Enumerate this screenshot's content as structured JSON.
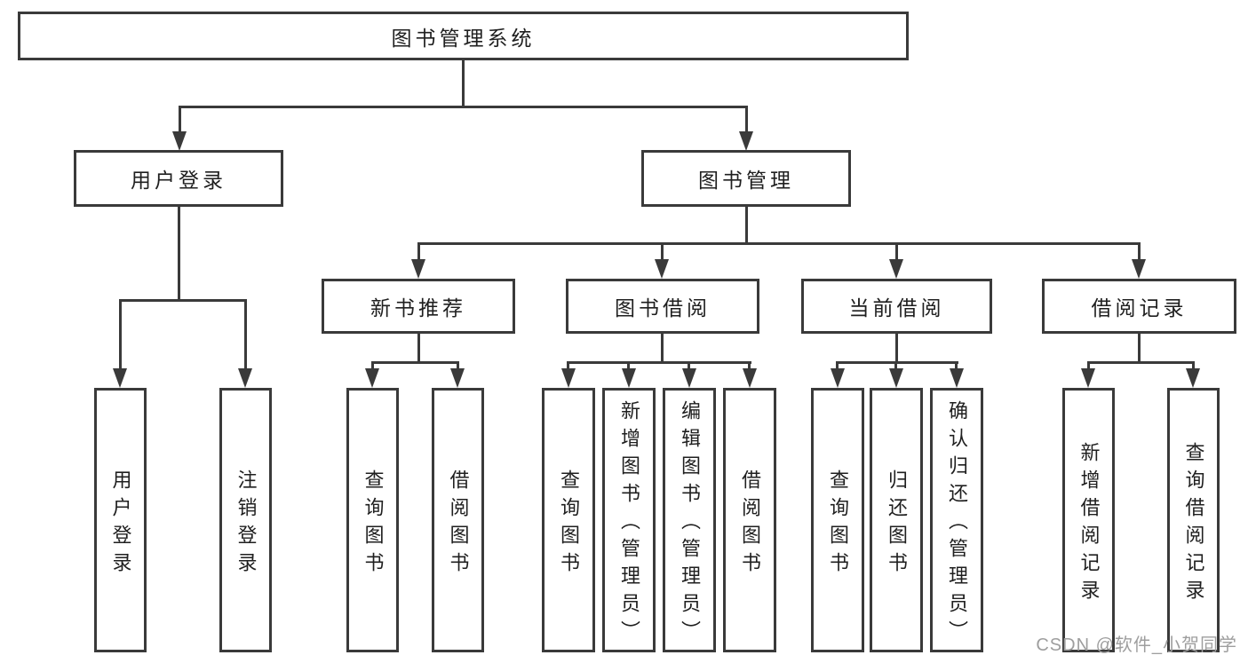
{
  "diagram": {
    "type": "tree",
    "title": "图书管理系统",
    "watermark": "CSDN @软件_小贺同学",
    "colors": {
      "line": "#3a3a3a",
      "box_border": "#3a3a3a",
      "text": "#1f1f1f",
      "watermark": "#9e9e9e",
      "background": "#ffffff"
    },
    "root": {
      "label": "图书管理系统",
      "children": [
        "用户登录",
        "图书管理"
      ]
    },
    "level2": [
      {
        "label": "用户登录",
        "children": [
          "用户登录",
          "注销登录"
        ]
      },
      {
        "label": "图书管理",
        "children": [
          "新书推荐",
          "图书借阅",
          "当前借阅",
          "借阅记录"
        ]
      }
    ],
    "level3": [
      {
        "label": "新书推荐",
        "parent": "图书管理",
        "children": [
          "查询图书",
          "借阅图书"
        ]
      },
      {
        "label": "图书借阅",
        "parent": "图书管理",
        "children": [
          "查询图书",
          "新增图书（管理员）",
          "编辑图书（管理员）",
          "借阅图书"
        ]
      },
      {
        "label": "当前借阅",
        "parent": "图书管理",
        "children": [
          "查询图书",
          "归还图书",
          "确认归还（管理员）"
        ]
      },
      {
        "label": "借阅记录",
        "parent": "图书管理",
        "children": [
          "新增借阅记录",
          "查询借阅记录"
        ]
      }
    ],
    "leaves": [
      {
        "label": "用户登录",
        "parent": "用户登录"
      },
      {
        "label": "注销登录",
        "parent": "用户登录"
      },
      {
        "label": "查询图书",
        "parent": "新书推荐"
      },
      {
        "label": "借阅图书",
        "parent": "新书推荐"
      },
      {
        "label": "查询图书",
        "parent": "图书借阅"
      },
      {
        "label": "新增图书（管理员）",
        "parent": "图书借阅"
      },
      {
        "label": "编辑图书（管理员）",
        "parent": "图书借阅"
      },
      {
        "label": "借阅图书",
        "parent": "图书借阅"
      },
      {
        "label": "查询图书",
        "parent": "当前借阅"
      },
      {
        "label": "归还图书",
        "parent": "当前借阅"
      },
      {
        "label": "确认归还（管理员）",
        "parent": "当前借阅"
      },
      {
        "label": "新增借阅记录",
        "parent": "借阅记录"
      },
      {
        "label": "查询借阅记录",
        "parent": "借阅记录"
      }
    ]
  }
}
